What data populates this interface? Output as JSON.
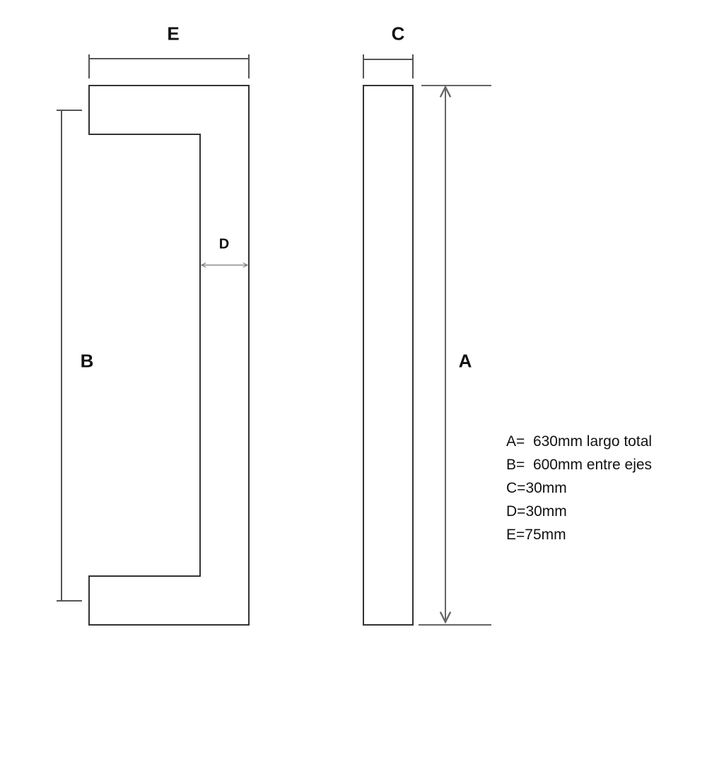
{
  "labels": {
    "A": "A",
    "B": "B",
    "C": "C",
    "D": "D",
    "E": "E"
  },
  "legend": [
    {
      "key": "A=",
      "value": "  630mm largo total"
    },
    {
      "key": "B=",
      "value": "  600mm entre ejes"
    },
    {
      "key": "C=",
      "value": "30mm"
    },
    {
      "key": "D=",
      "value": "30mm"
    },
    {
      "key": "E=",
      "value": "75mm"
    }
  ],
  "colors": {
    "outline": "#333333",
    "dimension": "#666666"
  }
}
